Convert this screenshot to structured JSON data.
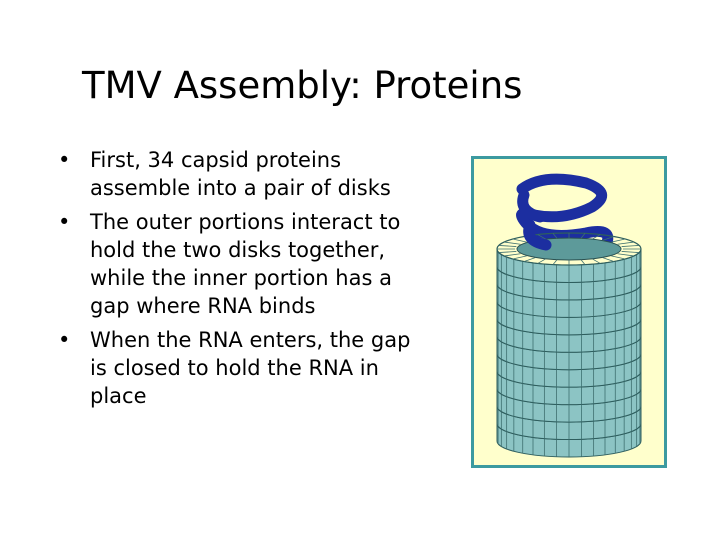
{
  "slide": {
    "title": "TMV Assembly: Proteins",
    "bullets": [
      "First, 34 capsid proteins assemble into a pair of disks",
      "The outer portions interact to hold the two disks together, while the inner portion has a gap where RNA binds",
      "When the RNA enters, the gap is closed to hold the RNA in place"
    ],
    "figure": {
      "icon": "tmv-capsid-illustration",
      "colors": {
        "frame": "#3c9aa0",
        "background": "#ffffcc",
        "capsid": "#8cc4c4",
        "rna": "#1c2ea0"
      }
    }
  }
}
